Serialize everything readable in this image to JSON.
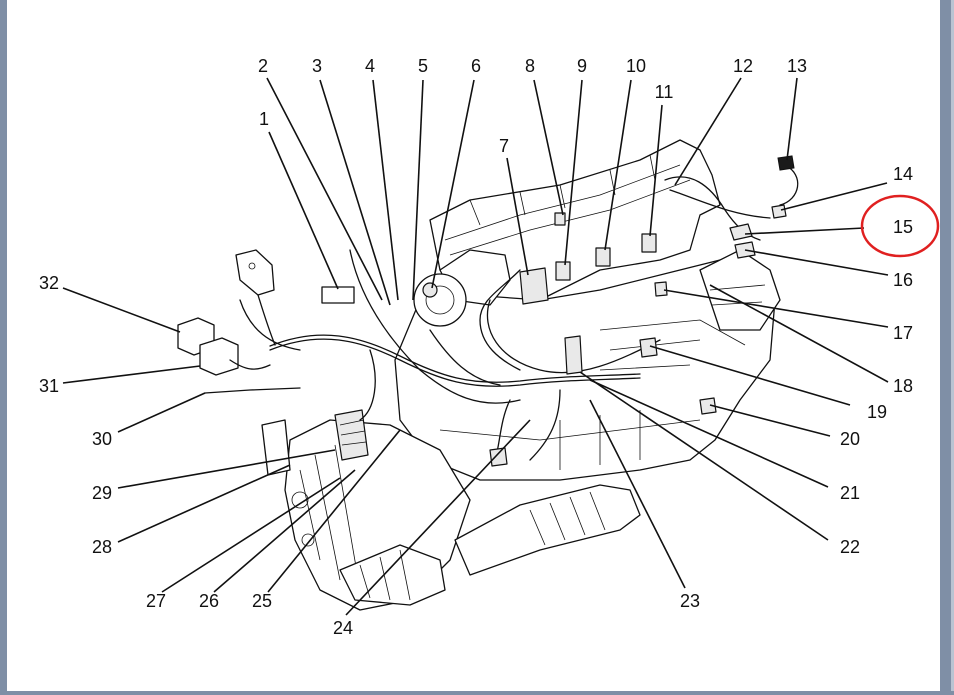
{
  "diagram": {
    "callouts": [
      "1",
      "2",
      "3",
      "4",
      "5",
      "6",
      "7",
      "8",
      "9",
      "10",
      "11",
      "12",
      "13",
      "14",
      "15",
      "16",
      "17",
      "18",
      "19",
      "20",
      "21",
      "22",
      "23",
      "24",
      "25",
      "26",
      "27",
      "28",
      "29",
      "30",
      "31",
      "32"
    ],
    "highlighted_callout": "15",
    "highlight_color": "#e02020",
    "line_color": "#111111",
    "frame_color": "#7f8fa6"
  }
}
